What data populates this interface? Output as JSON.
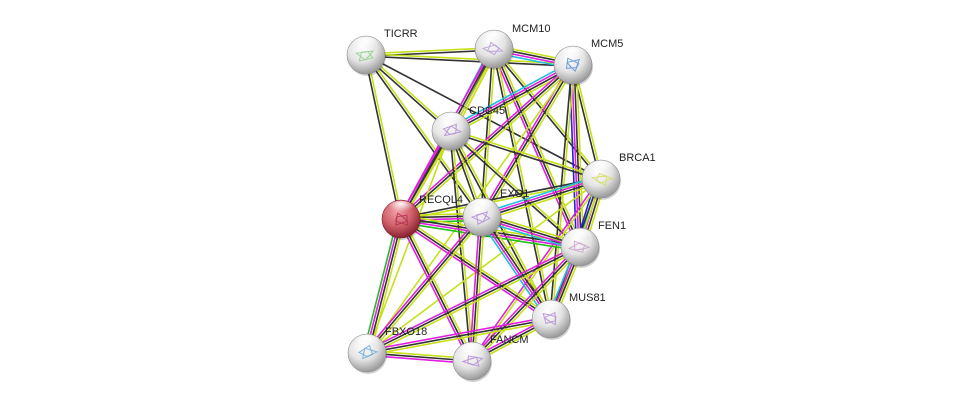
{
  "network": {
    "query_node": "RECQL4",
    "nodes": [
      {
        "id": "TICRR",
        "label": "TICRR",
        "query": false,
        "tint": "#8fd08a"
      },
      {
        "id": "MCM10",
        "label": "MCM10",
        "query": false,
        "tint": "#b49ad6"
      },
      {
        "id": "MCM5",
        "label": "MCM5",
        "query": false,
        "tint": "#5a8fd6"
      },
      {
        "id": "CDC45",
        "label": "CDC45",
        "query": false,
        "tint": "#b08ad6"
      },
      {
        "id": "BRCA1",
        "label": "BRCA1",
        "query": false,
        "tint": "#d8d860"
      },
      {
        "id": "RECQL4",
        "label": "RECQL4",
        "query": true,
        "tint": "#b03050"
      },
      {
        "id": "EXO1",
        "label": "EXO1",
        "query": false,
        "tint": "#b08ad6"
      },
      {
        "id": "FEN1",
        "label": "FEN1",
        "query": false,
        "tint": "#c7a0c7"
      },
      {
        "id": "MUS81",
        "label": "MUS81",
        "query": false,
        "tint": "#b08ad6"
      },
      {
        "id": "FBXO18",
        "label": "FBXO18",
        "query": false,
        "tint": "#6aa8d8"
      },
      {
        "id": "FANCM",
        "label": "FANCM",
        "query": false,
        "tint": "#b08ad6"
      }
    ],
    "edge_colors": {
      "textmining": "#c6e01a",
      "coexpression": "#333333",
      "experiments": "#e020e0",
      "databases": "#20c0e0",
      "neighborhood": "#20c020",
      "cooccurrence": "#2020e0"
    },
    "edges": [
      {
        "a": "TICRR",
        "b": "MCM10",
        "types": [
          "textmining",
          "coexpression"
        ]
      },
      {
        "a": "TICRR",
        "b": "MCM5",
        "types": [
          "textmining",
          "coexpression"
        ]
      },
      {
        "a": "TICRR",
        "b": "CDC45",
        "types": [
          "textmining",
          "coexpression"
        ]
      },
      {
        "a": "TICRR",
        "b": "RECQL4",
        "types": [
          "textmining",
          "coexpression"
        ]
      },
      {
        "a": "TICRR",
        "b": "EXO1",
        "types": [
          "textmining",
          "coexpression"
        ]
      },
      {
        "a": "TICRR",
        "b": "BRCA1",
        "types": [
          "coexpression"
        ]
      },
      {
        "a": "MCM10",
        "b": "MCM5",
        "types": [
          "textmining",
          "coexpression",
          "experiments",
          "databases"
        ]
      },
      {
        "a": "MCM10",
        "b": "CDC45",
        "types": [
          "textmining",
          "coexpression",
          "experiments",
          "databases"
        ]
      },
      {
        "a": "MCM10",
        "b": "RECQL4",
        "types": [
          "textmining",
          "coexpression",
          "experiments"
        ]
      },
      {
        "a": "MCM10",
        "b": "EXO1",
        "types": [
          "textmining",
          "coexpression"
        ]
      },
      {
        "a": "MCM10",
        "b": "BRCA1",
        "types": [
          "textmining",
          "coexpression"
        ]
      },
      {
        "a": "MCM10",
        "b": "FEN1",
        "types": [
          "textmining",
          "coexpression",
          "experiments"
        ]
      },
      {
        "a": "MCM10",
        "b": "MUS81",
        "types": [
          "textmining",
          "coexpression"
        ]
      },
      {
        "a": "MCM5",
        "b": "CDC45",
        "types": [
          "textmining",
          "coexpression",
          "experiments",
          "databases"
        ]
      },
      {
        "a": "MCM5",
        "b": "RECQL4",
        "types": [
          "textmining",
          "coexpression",
          "experiments"
        ]
      },
      {
        "a": "MCM5",
        "b": "EXO1",
        "types": [
          "textmining",
          "coexpression",
          "experiments"
        ]
      },
      {
        "a": "MCM5",
        "b": "BRCA1",
        "types": [
          "textmining",
          "coexpression"
        ]
      },
      {
        "a": "MCM5",
        "b": "FEN1",
        "types": [
          "textmining",
          "coexpression",
          "experiments",
          "cooccurrence"
        ]
      },
      {
        "a": "MCM5",
        "b": "FBXO18",
        "types": [
          "textmining"
        ]
      },
      {
        "a": "MCM5",
        "b": "MUS81",
        "types": [
          "textmining",
          "coexpression"
        ]
      },
      {
        "a": "CDC45",
        "b": "RECQL4",
        "types": [
          "textmining",
          "coexpression",
          "experiments"
        ]
      },
      {
        "a": "CDC45",
        "b": "EXO1",
        "types": [
          "textmining",
          "coexpression"
        ]
      },
      {
        "a": "CDC45",
        "b": "BRCA1",
        "types": [
          "textmining",
          "coexpression"
        ]
      },
      {
        "a": "CDC45",
        "b": "FEN1",
        "types": [
          "textmining",
          "coexpression"
        ]
      },
      {
        "a": "CDC45",
        "b": "MUS81",
        "types": [
          "textmining",
          "coexpression"
        ]
      },
      {
        "a": "CDC45",
        "b": "FANCM",
        "types": [
          "textmining",
          "coexpression"
        ]
      },
      {
        "a": "CDC45",
        "b": "FBXO18",
        "types": [
          "textmining"
        ]
      },
      {
        "a": "BRCA1",
        "b": "RECQL4",
        "types": [
          "textmining",
          "coexpression"
        ]
      },
      {
        "a": "BRCA1",
        "b": "EXO1",
        "types": [
          "textmining",
          "coexpression",
          "experiments",
          "databases"
        ]
      },
      {
        "a": "BRCA1",
        "b": "FEN1",
        "types": [
          "textmining",
          "coexpression",
          "experiments",
          "databases",
          "cooccurrence"
        ]
      },
      {
        "a": "BRCA1",
        "b": "MUS81",
        "types": [
          "textmining",
          "coexpression"
        ]
      },
      {
        "a": "BRCA1",
        "b": "FANCM",
        "types": [
          "textmining",
          "experiments"
        ]
      },
      {
        "a": "BRCA1",
        "b": "FBXO18",
        "types": [
          "textmining"
        ]
      },
      {
        "a": "RECQL4",
        "b": "EXO1",
        "types": [
          "textmining",
          "coexpression",
          "experiments",
          "neighborhood"
        ]
      },
      {
        "a": "RECQL4",
        "b": "FEN1",
        "types": [
          "textmining",
          "coexpression",
          "experiments",
          "neighborhood"
        ]
      },
      {
        "a": "RECQL4",
        "b": "MUS81",
        "types": [
          "textmining",
          "coexpression",
          "experiments"
        ]
      },
      {
        "a": "RECQL4",
        "b": "FBXO18",
        "types": [
          "textmining",
          "coexpression",
          "experiments",
          "neighborhood"
        ]
      },
      {
        "a": "RECQL4",
        "b": "FANCM",
        "types": [
          "textmining",
          "coexpression",
          "experiments"
        ]
      },
      {
        "a": "EXO1",
        "b": "FEN1",
        "types": [
          "textmining",
          "coexpression",
          "experiments",
          "databases"
        ]
      },
      {
        "a": "EXO1",
        "b": "MUS81",
        "types": [
          "textmining",
          "coexpression",
          "experiments",
          "databases"
        ]
      },
      {
        "a": "EXO1",
        "b": "FBXO18",
        "types": [
          "textmining",
          "coexpression",
          "experiments"
        ]
      },
      {
        "a": "EXO1",
        "b": "FANCM",
        "types": [
          "textmining",
          "coexpression",
          "experiments"
        ]
      },
      {
        "a": "FEN1",
        "b": "MUS81",
        "types": [
          "textmining",
          "coexpression",
          "experiments",
          "databases"
        ]
      },
      {
        "a": "FEN1",
        "b": "FBXO18",
        "types": [
          "textmining",
          "coexpression",
          "experiments"
        ]
      },
      {
        "a": "FEN1",
        "b": "FANCM",
        "types": [
          "textmining",
          "coexpression",
          "experiments"
        ]
      },
      {
        "a": "MUS81",
        "b": "FBXO18",
        "types": [
          "textmining",
          "coexpression",
          "experiments"
        ]
      },
      {
        "a": "MUS81",
        "b": "FANCM",
        "types": [
          "textmining",
          "coexpression",
          "experiments"
        ]
      },
      {
        "a": "FBXO18",
        "b": "FANCM",
        "types": [
          "textmining",
          "coexpression",
          "experiments"
        ]
      }
    ]
  }
}
